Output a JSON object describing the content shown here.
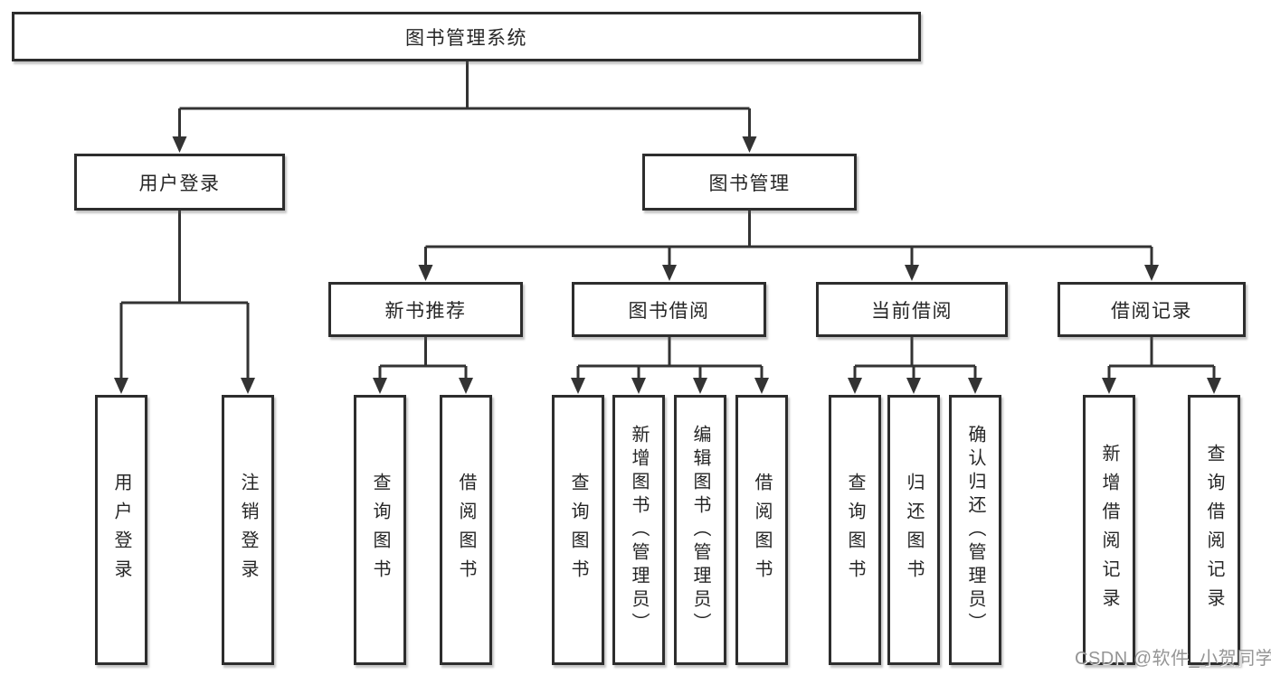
{
  "diagram": {
    "title_node": {
      "label": "图书管理系统"
    },
    "branches": [
      {
        "label": "用户登录",
        "children": [
          {
            "label": "用户登录"
          },
          {
            "label": "注销登录"
          }
        ]
      },
      {
        "label": "图书管理",
        "children": [
          {
            "label": "新书推荐",
            "children": [
              {
                "label": "查询图书"
              },
              {
                "label": "借阅图书"
              }
            ]
          },
          {
            "label": "图书借阅",
            "children": [
              {
                "label": "查询图书"
              },
              {
                "label": "新增图书（管理员）"
              },
              {
                "label": "编辑图书（管理员）"
              },
              {
                "label": "借阅图书"
              }
            ]
          },
          {
            "label": "当前借阅",
            "children": [
              {
                "label": "查询图书"
              },
              {
                "label": "归还图书"
              },
              {
                "label": "确认归还（管理员）"
              }
            ]
          },
          {
            "label": "借阅记录",
            "children": [
              {
                "label": "新增借阅记录"
              },
              {
                "label": "查询借阅记录"
              }
            ]
          }
        ]
      }
    ],
    "colors": {
      "line": "#333333",
      "box_border": "#2d2d2d",
      "text": "#262626",
      "watermark": "#828282"
    },
    "watermark": "CSDN @软件_小贺同学"
  }
}
